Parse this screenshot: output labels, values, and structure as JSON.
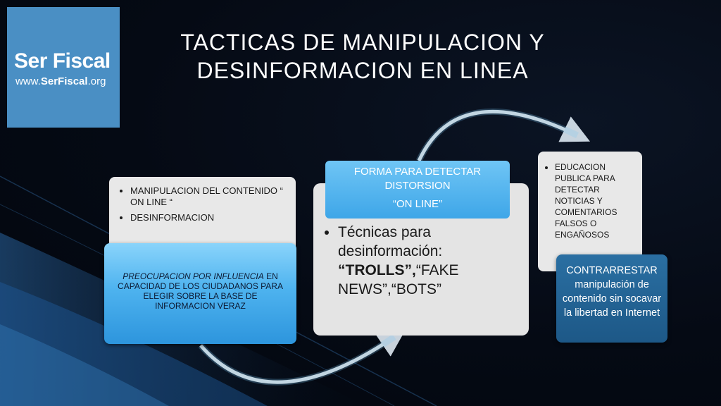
{
  "logo": {
    "brand": "Ser Fiscal",
    "url_prefix": "www.",
    "url_bold": "SerFiscal",
    "url_suffix": ".org"
  },
  "title": {
    "line1": "TACTICAS DE MANIPULACION Y",
    "line2": "DESINFORMACION EN LINEA"
  },
  "left_box": {
    "items": [
      "MANIPULACION DEL CONTENIDO  “ ON LINE “",
      "DESINFORMACION"
    ]
  },
  "left_blue": {
    "italic": "PREOCUPACION POR INFLUENCIA",
    "rest": " EN CAPACIDAD DE LOS CIUDADANOS PARA ELEGIR SOBRE LA BASE DE INFORMACION VERAZ"
  },
  "center_label": {
    "line1": "FORMA PARA DETECTAR",
    "line2": "DISTORSION",
    "line3": "“ON LINE”"
  },
  "center_box": {
    "prefix": "Técnicas para desinformación: ",
    "bold": "“TROLLS”,",
    "suffix": "“FAKE NEWS”,“BOTS”"
  },
  "right_box": {
    "item": "EDUCACION PUBLICA  PARA DETECTAR NOTICIAS Y COMENTARIOS FALSOS  O ENGAÑOSOS"
  },
  "right_blue": {
    "text": "CONTRARRESTAR manipulación de contenido sin socavar la libertad en Internet"
  },
  "colors": {
    "logo_bg": "#4a8fc4",
    "accent_blue": "#3ea6e8",
    "dark_blue": "#1d5887",
    "background": "#050a14"
  }
}
